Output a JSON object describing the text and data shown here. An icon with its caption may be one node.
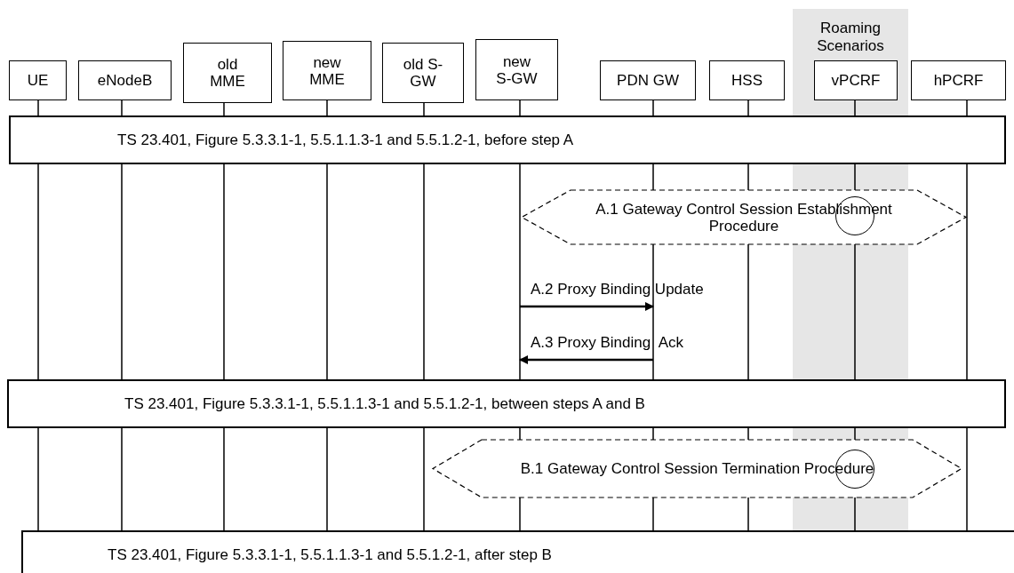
{
  "diagram": {
    "nodes": [
      {
        "text": [
          "UE"
        ]
      },
      {
        "text": [
          "eNodeB"
        ]
      },
      {
        "text": [
          "old MME"
        ]
      },
      {
        "text": [
          "new MME"
        ]
      },
      {
        "text": [
          "old S-GW"
        ]
      },
      {
        "text": [
          "new S-GW"
        ]
      },
      {
        "text": [
          "PDN GW"
        ]
      },
      {
        "text": [
          "HSS"
        ]
      },
      {
        "text": [
          "vPCRF"
        ]
      },
      {
        "text": [
          "hPCRF"
        ]
      },
      {
        "text": [
          "Roaming Scenarios"
        ]
      },
      {
        "text": [
          "TS 23.401, Figure 5.3.3.1-1, 5.5.1.1.3-1 and 5.5.1.2-1, before step A"
        ]
      },
      {
        "text": [
          "A.1 Gateway Control Session Establishment Procedure"
        ]
      },
      {
        "text": [],
        "shape": "circle"
      },
      {
        "text": [
          "TS 23.401, Figure 5.3.3.1-1, 5.5.1.1.3-1 and 5.5.1.2-1, between steps A and B"
        ]
      },
      {
        "text": [
          "B.1 Gateway Control Session Termination Procedure"
        ]
      },
      {
        "text": [],
        "shape": "circle"
      },
      {
        "text": [
          "TS 23.401, Figure 5.3.3.1-1, 5.5.1.1.3-1 and 5.5.1.2-1, after step B"
        ]
      }
    ],
    "edges": [
      {
        "from": 5,
        "to": 6,
        "arrow": "to",
        "label": "A.2 Proxy Binding Update"
      },
      {
        "from": 6,
        "to": 5,
        "arrow": "to",
        "label": "A.3 Proxy Binding  Ack"
      }
    ]
  }
}
